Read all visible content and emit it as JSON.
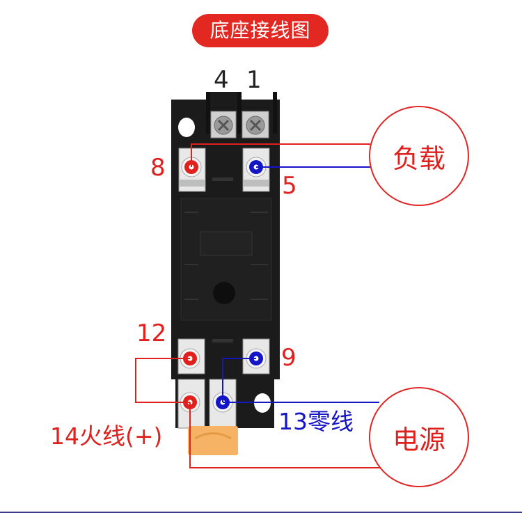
{
  "title": "底座接线图",
  "top_terminals": {
    "left": "4",
    "right": "1"
  },
  "terminal_labels": {
    "t8": "8",
    "t5": "5",
    "t12": "12",
    "t9": "9",
    "t14": "14火线(+)",
    "t13": "13零线"
  },
  "load_circle": "负载",
  "power_circle": "电源",
  "colors": {
    "title_bg": "#e32822",
    "red_wire": "#e0201c",
    "blue_wire": "#1515c8",
    "base_body": "#1b1b1b"
  }
}
